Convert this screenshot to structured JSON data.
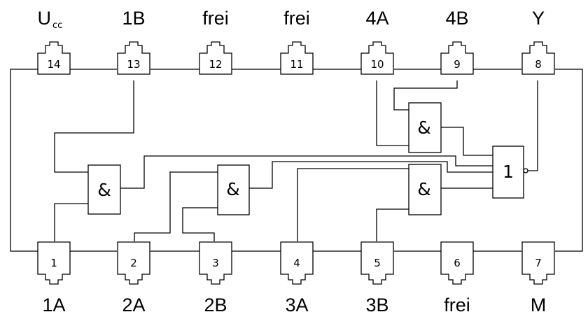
{
  "pins_top": [
    {
      "number": "14",
      "label": "U",
      "label_sub": "cc"
    },
    {
      "number": "13",
      "label": "1B"
    },
    {
      "number": "12",
      "label": "frei"
    },
    {
      "number": "11",
      "label": "frei"
    },
    {
      "number": "10",
      "label": "4A"
    },
    {
      "number": "9",
      "label": "4B"
    },
    {
      "number": "8",
      "label": "Y"
    }
  ],
  "pins_bottom": [
    {
      "number": "1",
      "label": "1A"
    },
    {
      "number": "2",
      "label": "2A"
    },
    {
      "number": "3",
      "label": "2B"
    },
    {
      "number": "4",
      "label": "3A"
    },
    {
      "number": "5",
      "label": "3B"
    },
    {
      "number": "6",
      "label": "frei"
    },
    {
      "number": "7",
      "label": "M"
    }
  ],
  "gates": {
    "and_symbol": "&",
    "nor_symbol": "1"
  }
}
